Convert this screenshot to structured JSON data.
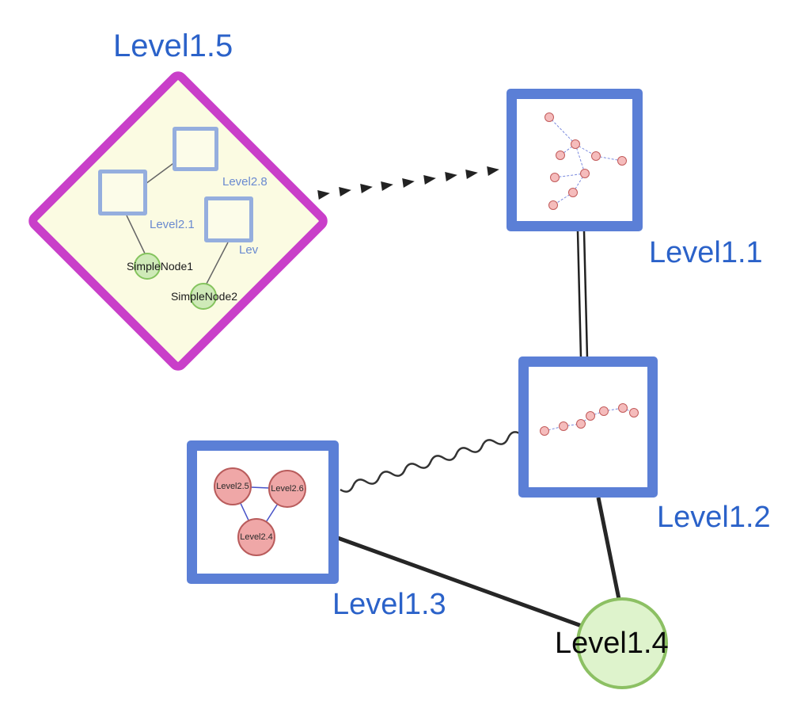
{
  "diagram": {
    "nodes": {
      "level1_5": "Level1.5",
      "level1_1": "Level1.1",
      "level1_2": "Level1.2",
      "level1_3": "Level1.3",
      "level1_4": "Level1.4"
    },
    "level1_5_children": {
      "square_top": "Level2.8",
      "square_left": "Level2.1",
      "square_right": "Lev",
      "node1": "SimpleNode1",
      "node2": "SimpleNode2"
    },
    "level1_3_children": {
      "node_a": "Level2.5",
      "node_b": "Level2.6",
      "node_c": "Level2.4"
    },
    "edges": [
      {
        "from": "Level1.5",
        "to": "Level1.1",
        "style": "thick-dashed-arrow"
      },
      {
        "from": "Level1.1",
        "to": "Level1.2",
        "style": "double-line"
      },
      {
        "from": "Level1.2",
        "to": "Level1.3",
        "style": "wavy"
      },
      {
        "from": "Level1.3",
        "to": "Level1.4",
        "style": "solid-thick"
      },
      {
        "from": "Level1.2",
        "to": "Level1.4",
        "style": "solid-thick"
      }
    ],
    "colors": {
      "label_blue": "#2b62c9",
      "diamond_border": "#c93fc9",
      "diamond_fill": "#fbfbe2",
      "box_border": "#5b7fd6",
      "inner_square_border": "#95aede",
      "green_fill": "#cfeab8",
      "green_border": "#85c45e",
      "pink_fill": "#efa7a7",
      "pink_border": "#b95c5c",
      "edge_dark": "#262626"
    }
  }
}
